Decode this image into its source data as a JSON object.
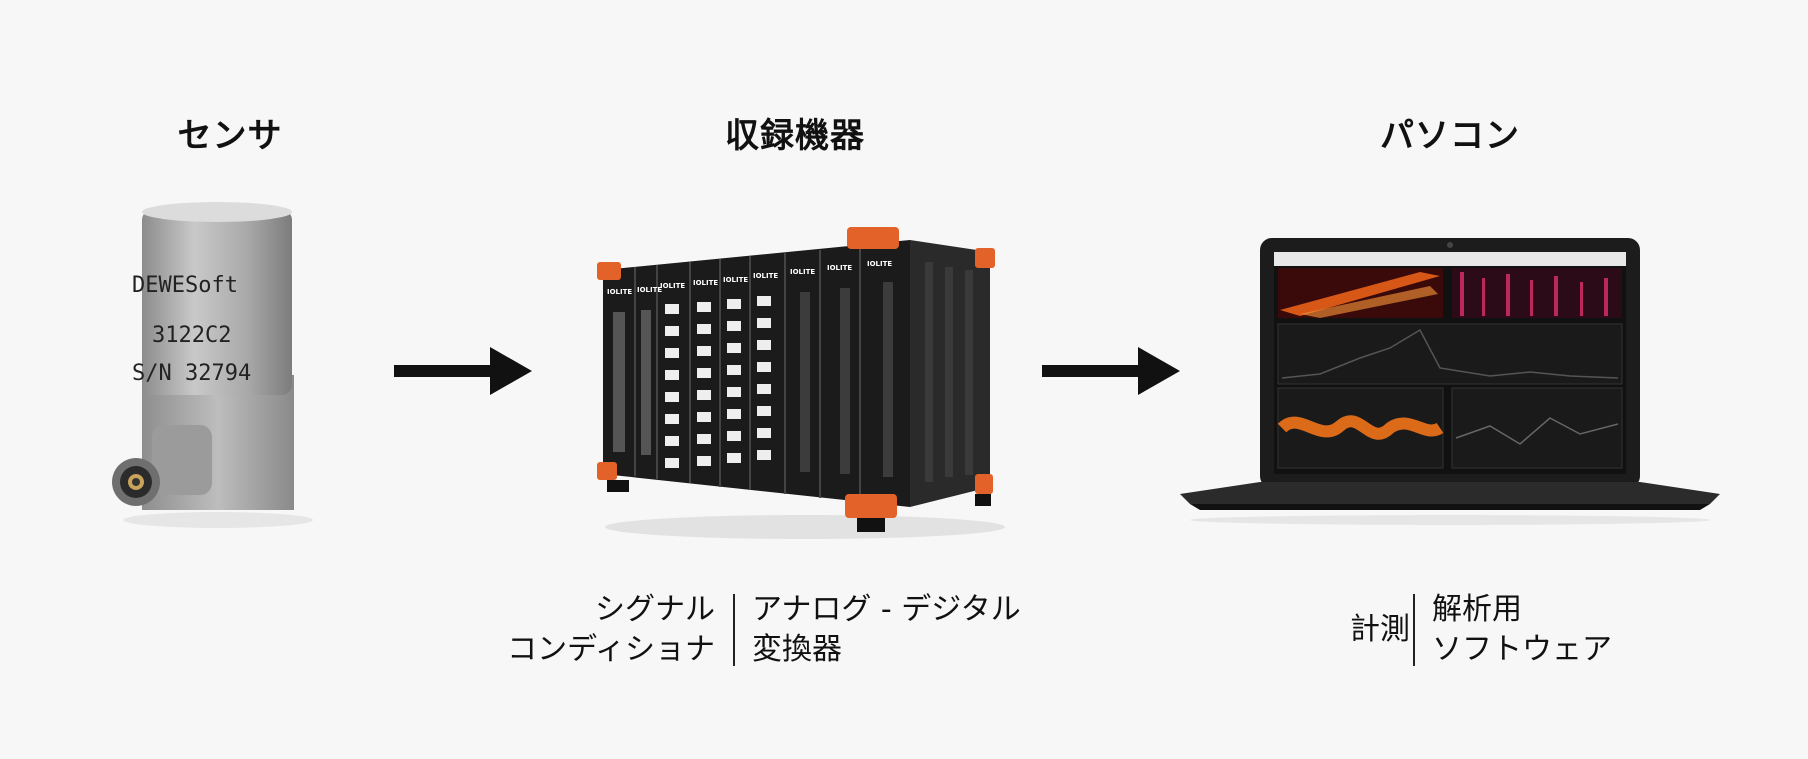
{
  "stages": [
    {
      "title": "センサ"
    },
    {
      "title": "収録機器"
    },
    {
      "title": "パソコン"
    }
  ],
  "sensor_label": {
    "brand": "DEWESoft",
    "model": "3122C2",
    "serial": "S/N 32794"
  },
  "daq_label": {
    "brand": "IOLITE"
  },
  "daq_caption": {
    "left": [
      "シグナル",
      "コンディショナ"
    ],
    "right": [
      "アナログ - デジタル",
      "変換器"
    ]
  },
  "pc_caption": {
    "left": [
      "計測"
    ],
    "right": [
      "解析用",
      "ソフトウェア"
    ]
  },
  "colors": {
    "accent": "#e2622a",
    "arrow": "#111111",
    "background": "#f7f7f7"
  }
}
